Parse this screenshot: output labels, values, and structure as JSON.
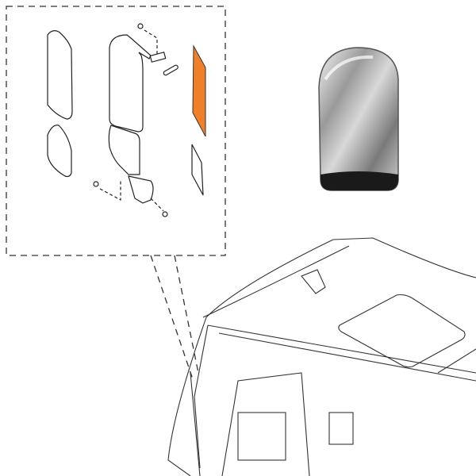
{
  "colors": {
    "line": "#222222",
    "highlight": "#f07f2a",
    "background": "#ffffff"
  },
  "icons": [
    "mirror-assembly-exploded",
    "mirror-glass-photo",
    "truck-cab-outline"
  ]
}
